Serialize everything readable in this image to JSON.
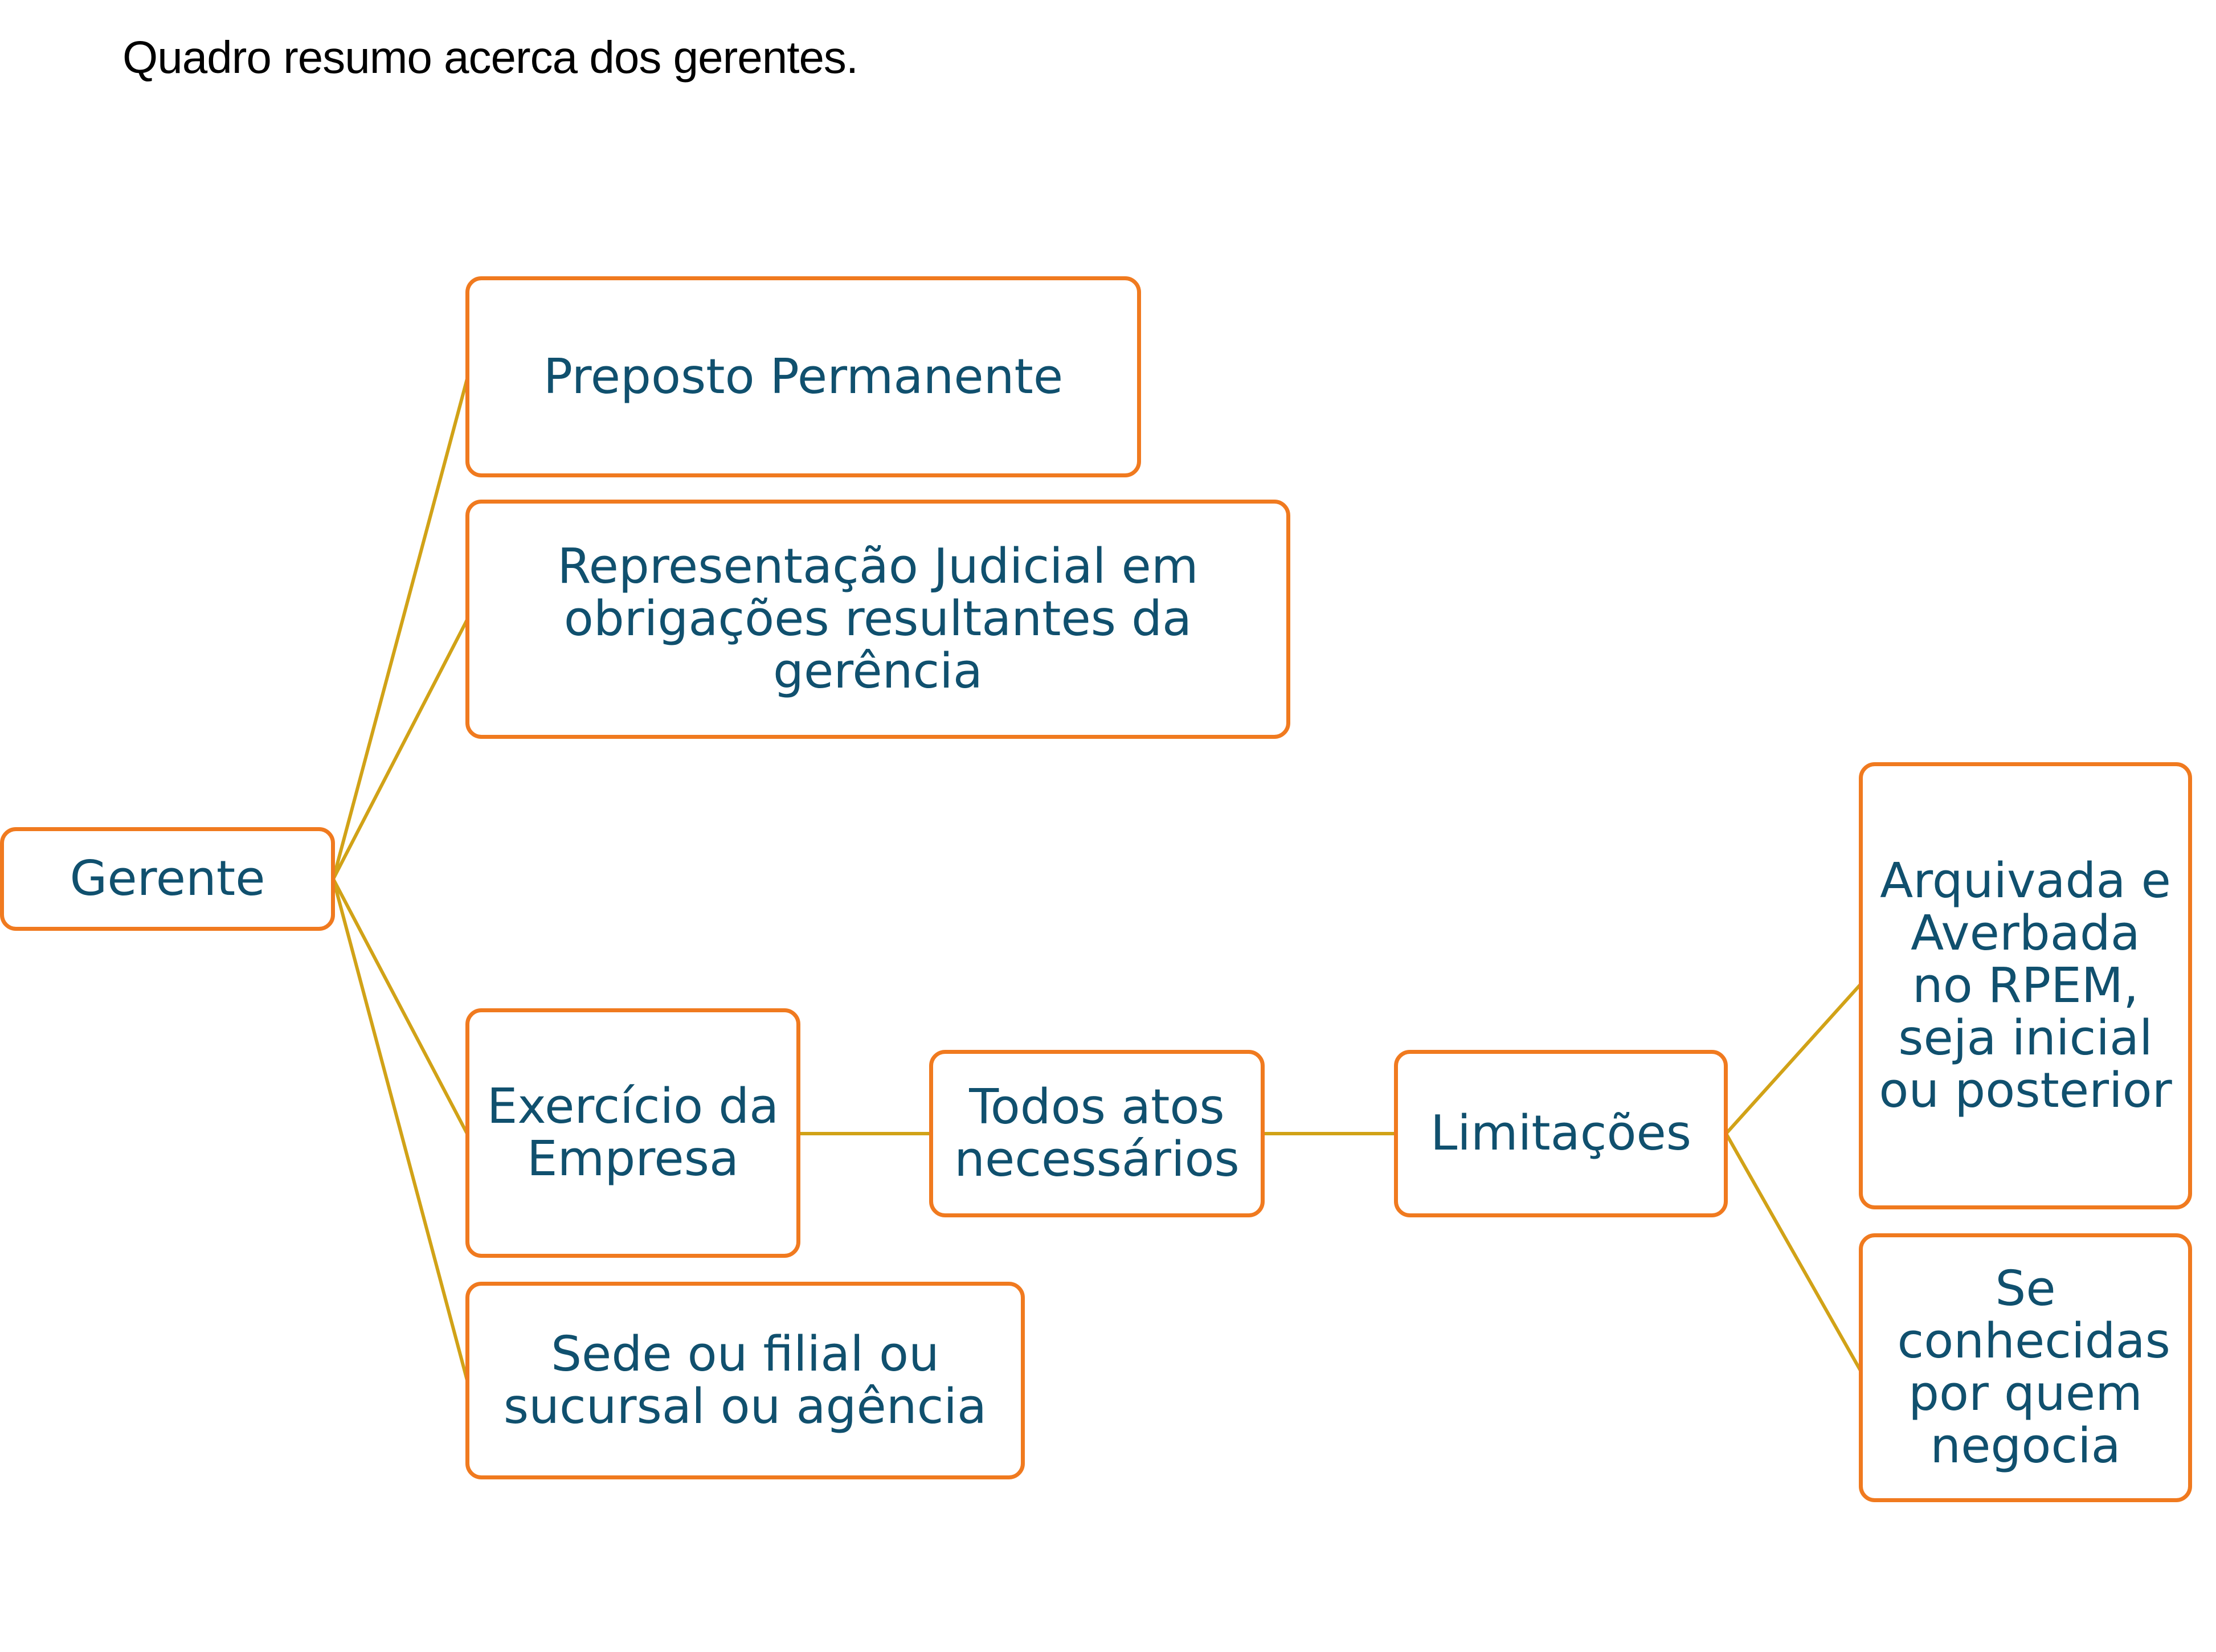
{
  "title": "Quadro resumo acerca dos gerentes.",
  "colors": {
    "box_border": "#f07a1f",
    "box_text": "#10506e",
    "connector": "#d1a217",
    "background": "#ffffff"
  },
  "diagram": {
    "root": "Gerente",
    "branches": {
      "preposto": "Preposto Permanente",
      "representacao": "Representação Judicial em obrigações resultantes da gerência",
      "exercicio": "Exercício da Empresa",
      "sede": "Sede ou filial ou sucursal ou agência"
    },
    "todos_atos": "Todos atos necessários",
    "limitacoes": "Limitações",
    "limitacoes_children": {
      "arquivada": "Arquivada e Averbada no RPEM, seja inicial ou posterior",
      "conhecidas": "Se conhecidas por quem negocia"
    }
  }
}
